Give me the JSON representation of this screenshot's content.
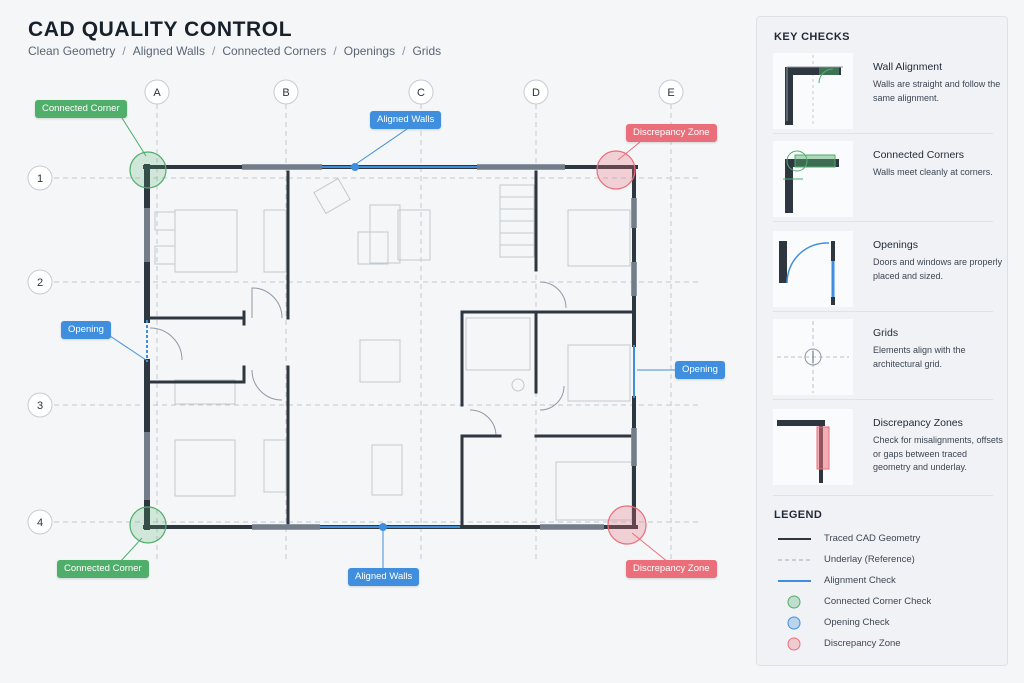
{
  "header": {
    "title": "CAD QUALITY CONTROL",
    "subtitle_items": [
      "Clean Geometry",
      "Aligned Walls",
      "Connected Corners",
      "Openings",
      "Grids"
    ],
    "separator": "/"
  },
  "grid": {
    "columns": [
      "A",
      "B",
      "C",
      "D",
      "E"
    ],
    "rows": [
      "1",
      "2",
      "3",
      "4"
    ]
  },
  "callouts": {
    "connected_corner_top": "Connected Corner",
    "aligned_walls_top": "Aligned Walls",
    "discrepancy_zone_top": "Discrepancy Zone",
    "opening_left": "Opening",
    "opening_right": "Opening",
    "connected_corner_bottom": "Connected Corner",
    "aligned_walls_bottom": "Aligned Walls",
    "discrepancy_zone_bottom": "Discrepancy Zone"
  },
  "key_checks": {
    "heading": "KEY CHECKS",
    "items": [
      {
        "title": "Wall Alignment",
        "description": "Walls are straight and follow the same alignment."
      },
      {
        "title": "Connected Corners",
        "description": "Walls meet cleanly at corners."
      },
      {
        "title": "Openings",
        "description": "Doors and windows are properly placed and sized."
      },
      {
        "title": "Grids",
        "description": "Elements align with the architectural grid."
      },
      {
        "title": "Discrepancy Zones",
        "description": "Check for misalignments, offsets or gaps between traced geometry and underlay."
      }
    ]
  },
  "legend": {
    "heading": "LEGEND",
    "items": [
      {
        "label": "Traced CAD Geometry",
        "symbol": "solid-line"
      },
      {
        "label": "Underlay (Reference)",
        "symbol": "dashed-line"
      },
      {
        "label": "Alignment Check",
        "symbol": "blue-line"
      },
      {
        "label": "Connected Corner Check",
        "symbol": "green-circle"
      },
      {
        "label": "Opening Check",
        "symbol": "blue-circle"
      },
      {
        "label": "Discrepancy Zone",
        "symbol": "red-circle"
      }
    ]
  },
  "colors": {
    "wall": "#2e3640",
    "wall_highlight": "#7f8a96",
    "alignment": "#3f8fde",
    "connected": "#4fae6a",
    "discrepancy": "#ea6f7a",
    "underlay": "#b9c2cc"
  }
}
